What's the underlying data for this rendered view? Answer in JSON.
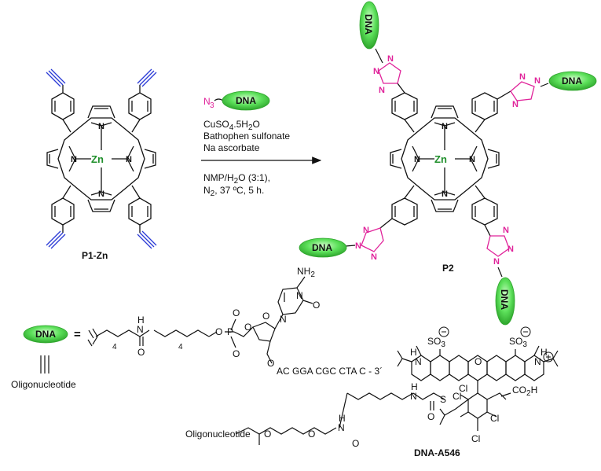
{
  "reagents": {
    "azide_prefix": "N",
    "azide_sub": "3",
    "line1": "CuSO",
    "line1_sub": "4",
    "line1_rest": ".5H",
    "line1_sub2": "2",
    "line1_end": "O",
    "line2": "Bathophen sulfonate",
    "line3": "Na ascorbate",
    "line4": "NMP/H",
    "line4_sub": "2",
    "line4_rest": "O (3:1),",
    "line5": "N",
    "line5_sub": "2",
    "line5_rest": ", 37 ºC, 5 h."
  },
  "compounds": {
    "start": "P1-Zn",
    "product": "P2",
    "dye": "DNA-A546"
  },
  "atoms": {
    "zn": "Zn",
    "n": "N"
  },
  "dna_label": "DNA",
  "legend": {
    "equals": "=",
    "triple": "|||",
    "oligo": "Oligonucleotide",
    "sequence": "AC GGA CGC CTA C - 3´",
    "nh2": "NH",
    "nh2_sub": "2",
    "sub4a": "4",
    "sub4b": "4",
    "H": "H",
    "O": "O",
    "P": "P"
  },
  "dye": {
    "chain": "Oligonucleotide",
    "so3": "SO",
    "so3_sub": "3",
    "co2h": "CO",
    "co2h_sub": "2",
    "co2h_h": "H",
    "cl": "Cl",
    "s": "S",
    "hn": "N",
    "h": "H"
  },
  "colors": {
    "alkyne": "#2a3ad6",
    "triazole": "#e0239a",
    "zinc": "#1f8f2b",
    "dna_fill": "#57d957"
  }
}
